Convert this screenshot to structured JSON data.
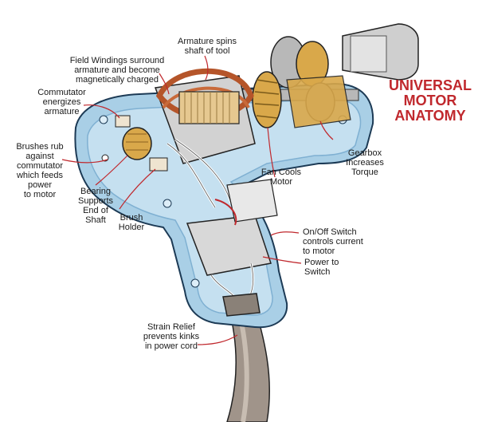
{
  "title": {
    "line1": "UNIVERSAL",
    "line2": "MOTOR",
    "line3": "ANATOMY",
    "color": "#c0282d"
  },
  "labels": {
    "armature_spins": "Armature spins\nshaft of tool",
    "field_windings": "Field Windings surround\narmature and become\nmagnetically charged",
    "commutator": "Commutator\nenergizes\narmature",
    "brushes": "Brushes rub\nagainst\ncommutator\nwhich feeds\npower\nto motor",
    "bearing": "Bearing\nSupports\nEnd of\nShaft",
    "brush_holder": "Brush\nHolder",
    "fan": "Fan Cools\nMotor",
    "gearbox": "Gearbox\nIncreases\nTorque",
    "switch": "On/Off Switch\ncontrols current\nto motor",
    "power": "Power to\nSwitch",
    "strain_relief": "Strain Relief\nprevents kinks\nin power cord"
  },
  "colors": {
    "housing": "#a9cfe6",
    "housing_dark": "#7fb0d2",
    "copper": "#b5552a",
    "brass": "#d9a84a",
    "steel": "#b8b8b8",
    "cord": "#a0948a",
    "leader": "#c0282d"
  }
}
